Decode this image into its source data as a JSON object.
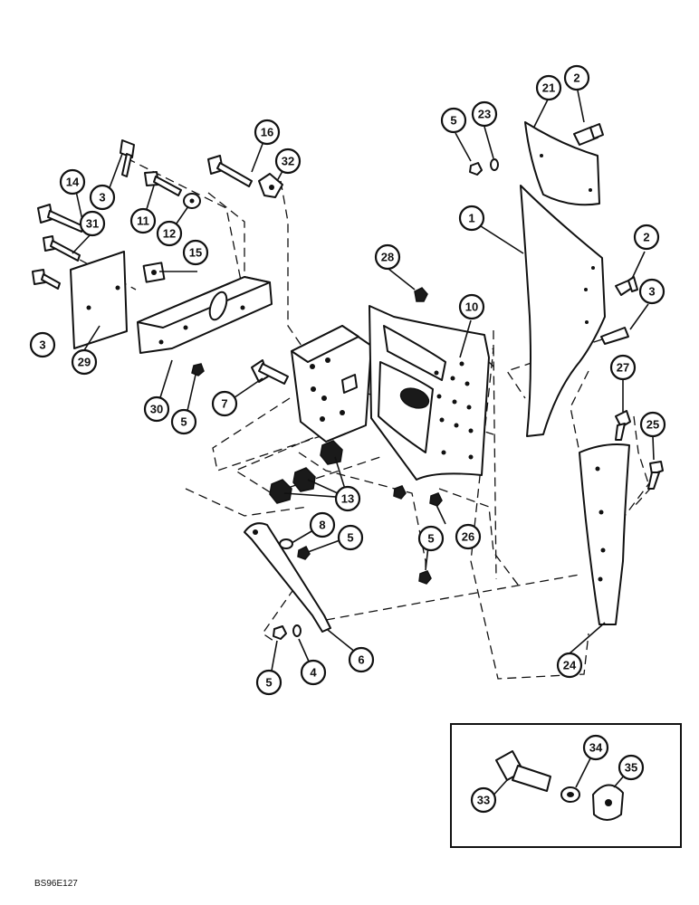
{
  "figure_code": "BS96E127",
  "callouts": {
    "c1": "1",
    "c2a": "2",
    "c2b": "2",
    "c3a": "3",
    "c3b": "3",
    "c3c": "3",
    "c4": "4",
    "c5a": "5",
    "c5b": "5",
    "c5c": "5",
    "c5d": "5",
    "c5e": "5",
    "c6": "6",
    "c7": "7",
    "c8": "8",
    "c10": "10",
    "c11": "11",
    "c12": "12",
    "c13": "13",
    "c14": "14",
    "c15": "15",
    "c16": "16",
    "c21": "21",
    "c23": "23",
    "c24": "24",
    "c25": "25",
    "c26": "26",
    "c27": "27",
    "c28": "28",
    "c29": "29",
    "c30": "30",
    "c31": "31",
    "c32": "32",
    "c33": "33",
    "c34": "34",
    "c35": "35"
  }
}
